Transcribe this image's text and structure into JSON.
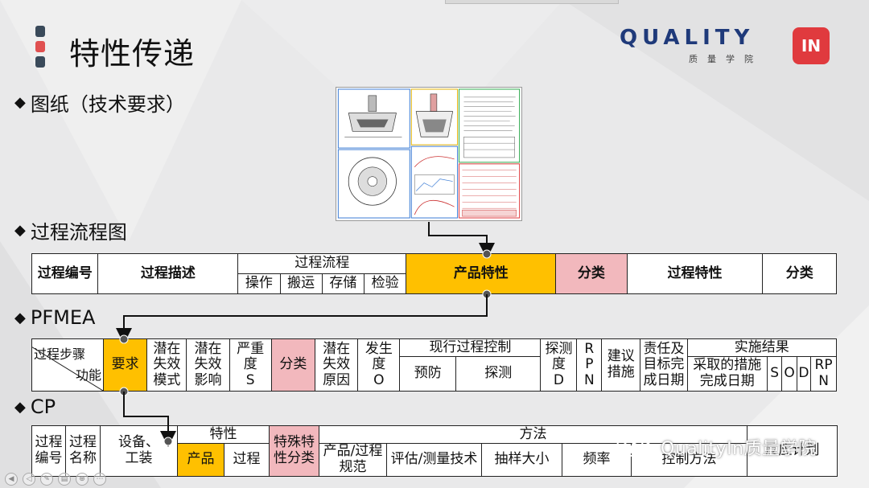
{
  "slide": {
    "title": "特性传递",
    "title_bar_colors": [
      "#3a4a5a",
      "#e05050",
      "#3a4a5a"
    ]
  },
  "logo": {
    "word": "QUALITY",
    "cn": "质量学院",
    "badge": "IN",
    "badge_color": "#e03a3e",
    "word_color": "#1f3a7a"
  },
  "sections": {
    "drawing": "图纸（技术要求）",
    "flow": "过程流程图",
    "pfmea": "PFMEA",
    "cp": "CP"
  },
  "flow_table": {
    "process_no": "过程编号",
    "process_desc": "过程描述",
    "process_flow": "过程流程",
    "flow_sub": [
      "操作",
      "搬运",
      "存储",
      "检验"
    ],
    "product_char": "产品特性",
    "class1": "分类",
    "process_char": "过程特性",
    "class2": "分类"
  },
  "pfmea_table": {
    "step_top": "过程步骤",
    "step_bottom": "功能",
    "requirement": "要求",
    "failure_mode": "潜在\n失效\n模式",
    "failure_effect": "潜在\n失效\n影响",
    "severity": "严重\n度\nS",
    "class": "分类",
    "failure_cause": "潜在\n失效\n原因",
    "occurrence": "发生\n度\nO",
    "current_control": "现行过程控制",
    "prevent": "预防",
    "detect": "探测",
    "detection": "探测\n度\nD",
    "rpn": "R\nP\nN",
    "action": "建议\n措施",
    "resp": "责任及\n目标完\n成日期",
    "result": "实施结果",
    "action_taken": "采取的措施\n完成日期",
    "s": "S",
    "o": "O",
    "d": "D",
    "rpn2": "RP\nN"
  },
  "cp_table": {
    "process_no": "过程\n编号",
    "process_name": "过程\n名称",
    "equipment": "设备、\n工装",
    "characteristics": "特性",
    "product": "产品",
    "process": "过程",
    "special_class": "特殊特\n性分类",
    "method": "方法",
    "spec": "产品/过程\n规范",
    "measure": "评估/测量技术",
    "sample": "抽样大小",
    "freq": "频率",
    "control": "控制方法",
    "reaction": "反应计划"
  },
  "watermark": "QualityIn质量学院",
  "colors": {
    "highlight": "#ffc000",
    "special": "#f2b8bd"
  }
}
